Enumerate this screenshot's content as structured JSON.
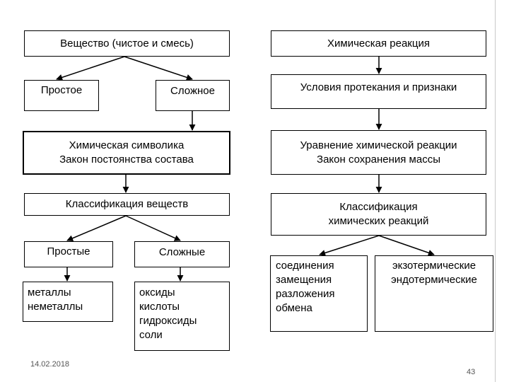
{
  "left": {
    "substance": "Вещество (чистое и смесь)",
    "simple": "Простое",
    "complex": "Сложное",
    "symbolics": [
      "Химическая символика",
      "Закон постоянства состава"
    ],
    "classification": "Классификация веществ",
    "simple_substances": "Простые",
    "complex_substances": "Сложные",
    "simple_types": [
      "металлы",
      "неметаллы"
    ],
    "complex_types": [
      "оксиды",
      "кислоты",
      "гидроксиды",
      "соли"
    ]
  },
  "right": {
    "reaction": "Химическая реакция",
    "conditions": "Условия протекания и признаки",
    "equation": [
      "Уравнение химической реакции",
      "Закон сохранения массы"
    ],
    "classification": "Классификация химических реакций",
    "reaction_types": [
      "соединения",
      "замещения",
      "разложения",
      "обмена"
    ],
    "thermal_types": [
      "экзотермические",
      "эндотермические"
    ]
  },
  "footer": {
    "date": "14.02.2018",
    "page": "43"
  }
}
